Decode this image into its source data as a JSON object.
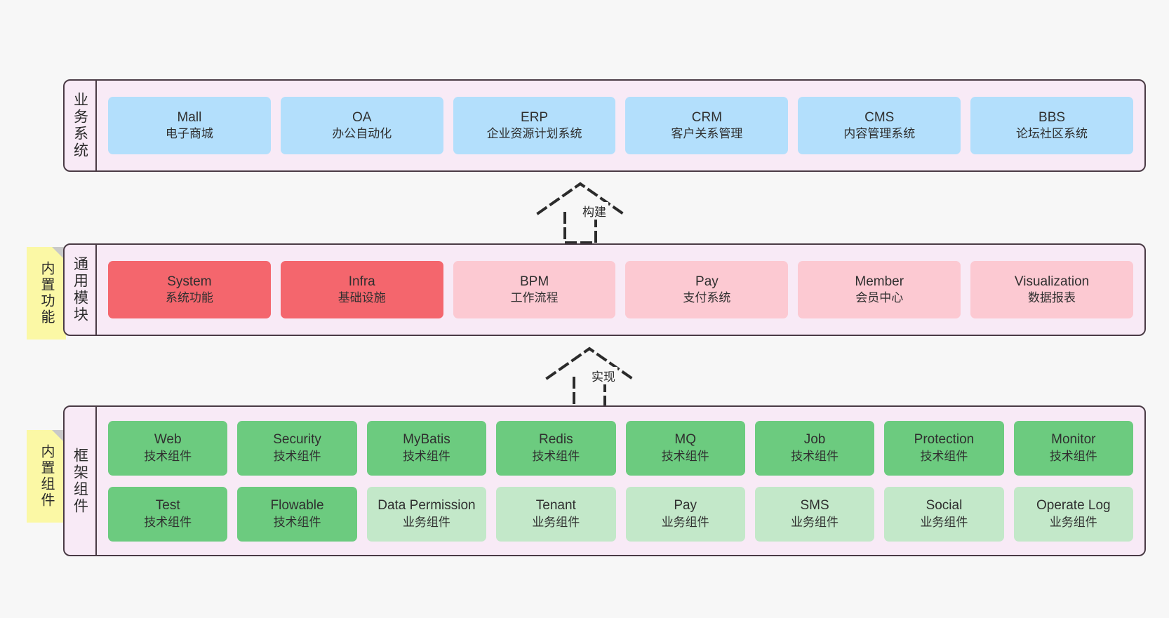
{
  "diagram": {
    "title": "",
    "colors": {
      "background": "#f7f7f7",
      "layer_fill": "#f8eaf6",
      "layer_border": "#4a3b45",
      "business_card": "#b3dffc",
      "core_card": "#f4666d",
      "core_card_light": "#fcc9d2",
      "tech_card": "#6ccb7f",
      "biz_component_card": "#c3e8c9",
      "sticky_note": "#fbf8a5",
      "sticky_fold": "#c9c9c9"
    }
  },
  "layers": [
    {
      "id": "business-systems",
      "title": "业务系统",
      "sticky": null,
      "rows": [
        {
          "cards": [
            {
              "en": "Mall",
              "cn": "电子商城",
              "style": "biz"
            },
            {
              "en": "OA",
              "cn": "办公自动化",
              "style": "biz"
            },
            {
              "en": "ERP",
              "cn": "企业资源计划系统",
              "style": "biz"
            },
            {
              "en": "CRM",
              "cn": "客户关系管理",
              "style": "biz"
            },
            {
              "en": "CMS",
              "cn": "内容管理系统",
              "style": "biz"
            },
            {
              "en": "BBS",
              "cn": "论坛社区系统",
              "style": "biz"
            }
          ]
        }
      ]
    },
    {
      "id": "common-modules",
      "title": "通用模块",
      "sticky": "内置功能",
      "rows": [
        {
          "cards": [
            {
              "en": "System",
              "cn": "系统功能",
              "style": "core"
            },
            {
              "en": "Infra",
              "cn": "基础设施",
              "style": "core"
            },
            {
              "en": "BPM",
              "cn": "工作流程",
              "style": "core-l"
            },
            {
              "en": "Pay",
              "cn": "支付系统",
              "style": "core-l"
            },
            {
              "en": "Member",
              "cn": "会员中心",
              "style": "core-l"
            },
            {
              "en": "Visualization",
              "cn": "数据报表",
              "style": "core-l"
            }
          ]
        }
      ]
    },
    {
      "id": "framework-components",
      "title": "框架组件",
      "sticky": "内置组件",
      "rows": [
        {
          "cards": [
            {
              "en": "Web",
              "cn": "技术组件",
              "style": "tech"
            },
            {
              "en": "Security",
              "cn": "技术组件",
              "style": "tech"
            },
            {
              "en": "MyBatis",
              "cn": "技术组件",
              "style": "tech"
            },
            {
              "en": "Redis",
              "cn": "技术组件",
              "style": "tech"
            },
            {
              "en": "MQ",
              "cn": "技术组件",
              "style": "tech"
            },
            {
              "en": "Job",
              "cn": "技术组件",
              "style": "tech"
            },
            {
              "en": "Protection",
              "cn": "技术组件",
              "style": "tech"
            },
            {
              "en": "Monitor",
              "cn": "技术组件",
              "style": "tech"
            }
          ]
        },
        {
          "cards": [
            {
              "en": "Test",
              "cn": "技术组件",
              "style": "tech"
            },
            {
              "en": "Flowable",
              "cn": "技术组件",
              "style": "tech"
            },
            {
              "en": "Data Permission",
              "cn": "业务组件",
              "style": "biz-cmp"
            },
            {
              "en": "Tenant",
              "cn": "业务组件",
              "style": "biz-cmp"
            },
            {
              "en": "Pay",
              "cn": "业务组件",
              "style": "biz-cmp"
            },
            {
              "en": "SMS",
              "cn": "业务组件",
              "style": "biz-cmp"
            },
            {
              "en": "Social",
              "cn": "业务组件",
              "style": "biz-cmp"
            },
            {
              "en": "Operate Log",
              "cn": "业务组件",
              "style": "biz-cmp"
            }
          ]
        }
      ]
    }
  ],
  "connectors": [
    {
      "id": "build",
      "label": "构建"
    },
    {
      "id": "implement",
      "label": "实现"
    }
  ]
}
